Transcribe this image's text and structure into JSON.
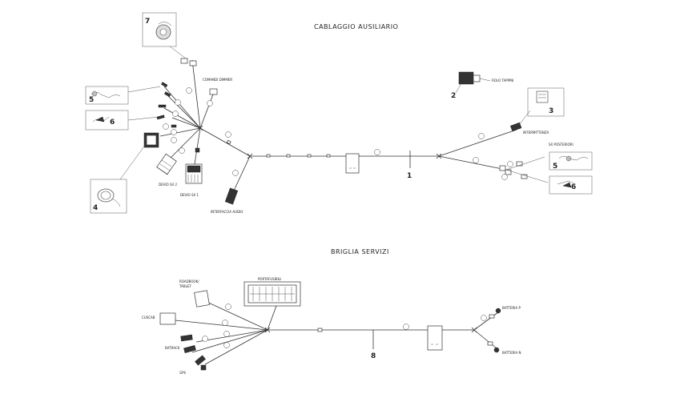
{
  "diagram": {
    "top_title": "CABLAGGIO AUSILIARIO",
    "bottom_title": "BRIGLIA SERVIZI",
    "top_labels": {
      "comandi_dimmer": "COMANDI DIMMER",
      "rolo_tappini": "ROLO TAPPINI",
      "intermittenza": "INTERMITTENZA",
      "sx_posteriori": "SX POSTERIORI",
      "devio_sx_2": "DEVIO SX 2",
      "devio_sx_1": "DEVIO SX 1",
      "interfaccia_audio": "INTERFACCIA AUDIO"
    },
    "bottom_labels": {
      "roadbook_tablet_1": "ROADBOOK/",
      "roadbook_tablet_2": "TABLET",
      "portafusibili": "PORTAFUSIBILI",
      "cuscab": "CUSCAB",
      "batrack": "BATRACK",
      "gps": "GPS",
      "batteria_p": "BATTERIA P",
      "batteria_n": "BATTERIA N"
    },
    "callouts": [
      "1",
      "2",
      "3",
      "4",
      "5",
      "6",
      "7",
      "8",
      "5",
      "6"
    ]
  }
}
